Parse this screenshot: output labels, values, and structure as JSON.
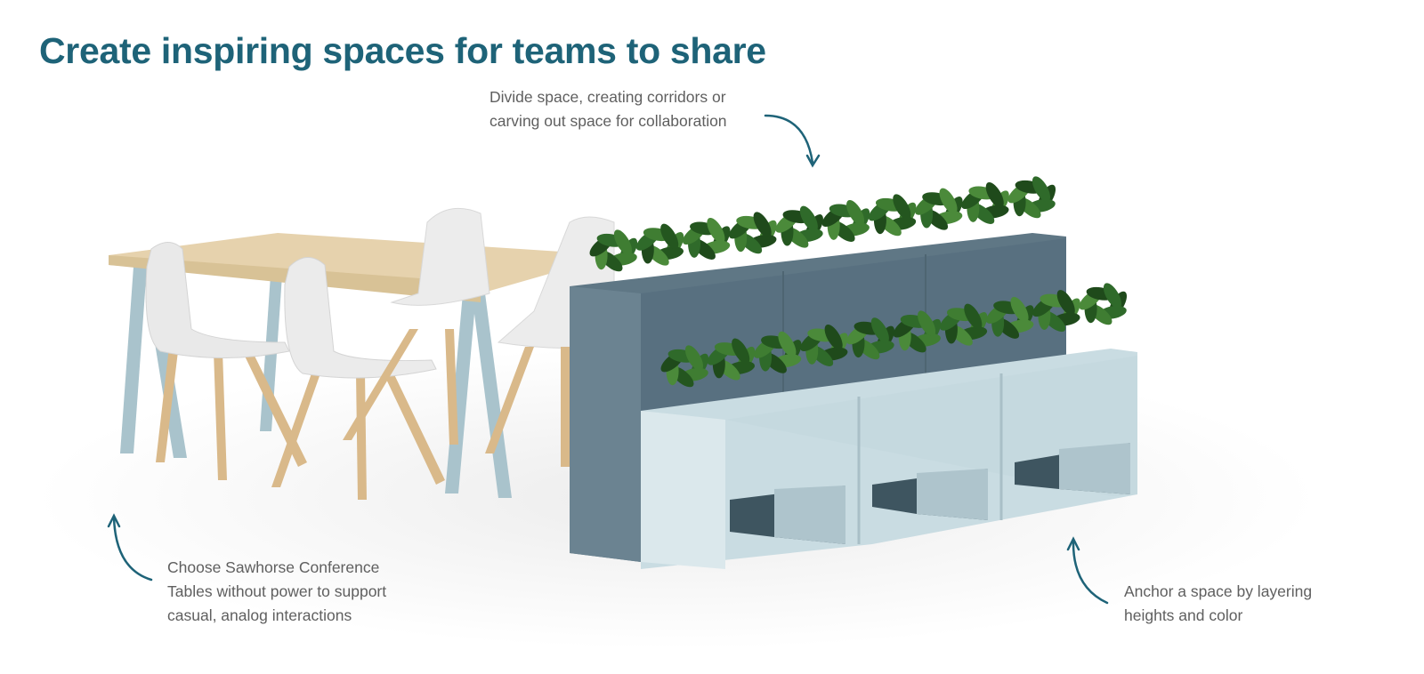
{
  "title": "Create inspiring spaces for teams to share",
  "annotations": {
    "divide": {
      "lines": [
        "Divide space, creating corridors or",
        "carving out space for collaboration"
      ]
    },
    "sawhorse": {
      "lines": [
        "Choose Sawhorse Conference",
        "Tables without power to support",
        "casual, analog interactions"
      ]
    },
    "anchor": {
      "lines": [
        "Anchor a space by layering",
        "heights and color"
      ]
    }
  },
  "colors": {
    "title": "#1e6378",
    "arrow": "#1e6378",
    "table_top": "#e6d2ad",
    "table_leg": "#a9c3cc",
    "chair_shell": "#e9e9e9",
    "chair_leg": "#d9b98a",
    "planter_dark": "#5f7785",
    "planter_light": "#c9dce2",
    "plant": "#2f6a2a"
  }
}
